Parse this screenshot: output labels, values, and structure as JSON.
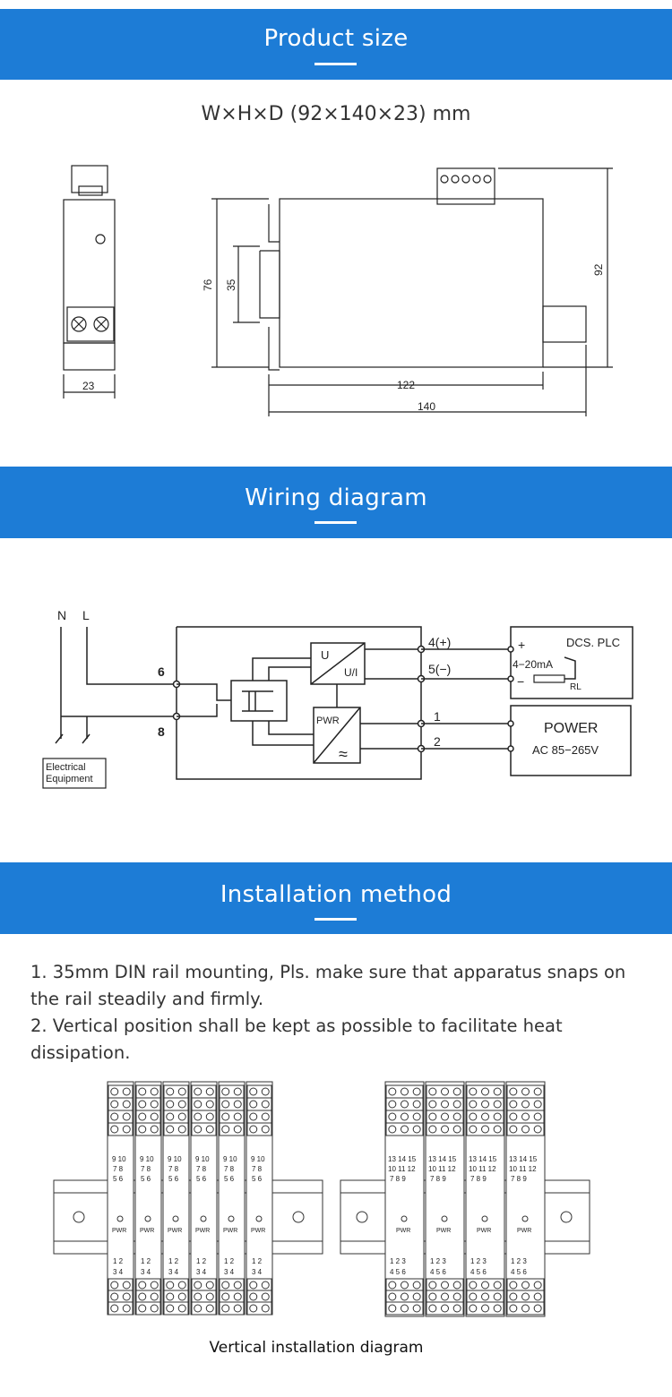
{
  "sections": {
    "product_size": "Product size",
    "wiring_diagram": "Wiring diagram",
    "installation_method": "Installation method"
  },
  "dimensions_text": "W×H×D (92×140×23) mm",
  "size_drawing": {
    "dim_23": "23",
    "dim_76": "76",
    "dim_35": "35",
    "dim_92": "92",
    "dim_122": "122",
    "dim_140": "140"
  },
  "wiring": {
    "label_n": "N",
    "label_l": "L",
    "term_6": "6",
    "term_8": "8",
    "term_4": "4(+)",
    "term_5": "5(−)",
    "term_1": "1",
    "term_2": "2",
    "block_u": "U",
    "block_ui": "U/I",
    "block_pwr": "PWR",
    "block_ac_symbol": "≈",
    "equipment_line1": "Electrical",
    "equipment_line2": "Equipment",
    "dcs_plc": "DCS. PLC",
    "current_range": "4−20mA",
    "rl": "RL",
    "plus": "+",
    "minus": "−",
    "power": "POWER",
    "power_range": "AC  85−265V"
  },
  "installation_steps": [
    "1. 35mm DIN rail mounting, Pls. make sure that apparatus snaps on the rail steadily and firmly.",
    "2. Vertical position shall be kept as possible to facilitate heat dissipation."
  ],
  "install_diagram": {
    "pwr": "PWR",
    "left_row1": "9  10",
    "left_row2": "7  8",
    "left_row3": "5  6",
    "left_row4": "1  2",
    "left_row5": "3  4",
    "right_row1": "13 14 15",
    "right_row2": "10 11 12",
    "right_row3": "7  8  9",
    "right_row4": "1  2  3",
    "right_row5": "4  5  6"
  },
  "caption": "Vertical installation diagram",
  "colors": {
    "banner": "#1d7cd6",
    "banner_text": "#ffffff",
    "line": "#222222"
  }
}
